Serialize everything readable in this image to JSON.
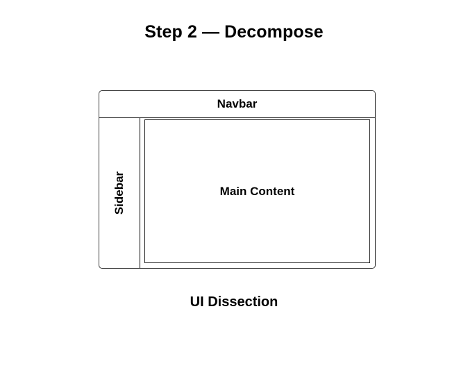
{
  "slide": {
    "title": "Step 2 — Decompose",
    "caption": "UI Dissection",
    "background_color": "#ffffff",
    "text_color": "#000000"
  },
  "diagram": {
    "type": "ui-wireframe",
    "outline_color": "#3a3a3a",
    "inner_outline_color": "#1a1a1a",
    "regions": [
      {
        "name": "navbar",
        "label": "Navbar",
        "orientation": "horizontal"
      },
      {
        "name": "sidebar",
        "label": "Sidebar",
        "orientation": "vertical"
      },
      {
        "name": "main-content",
        "label": "Main Content",
        "orientation": "horizontal"
      }
    ]
  }
}
